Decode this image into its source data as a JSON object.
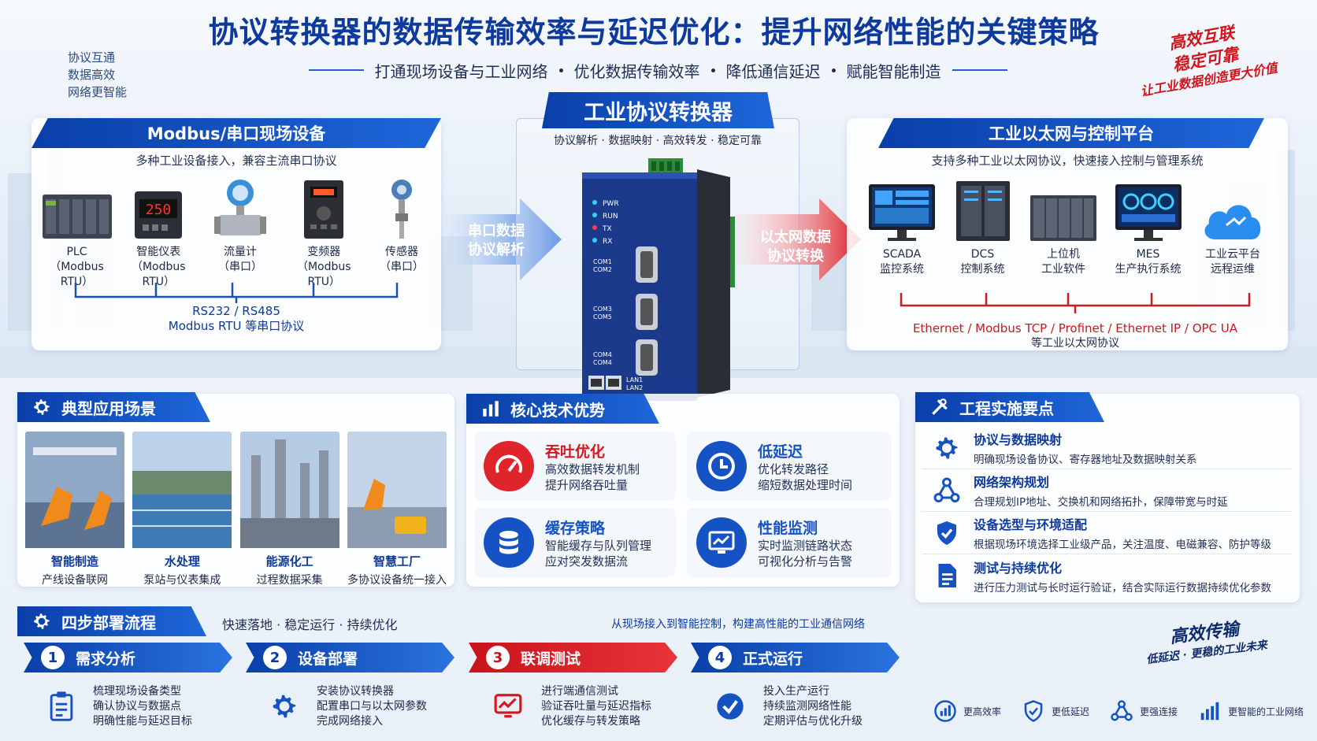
{
  "header": {
    "title": "协议转换器的数据传输效率与延迟优化：提升网络性能的关键策略",
    "subtitle_items": [
      "打通现场设备与工业网络",
      "优化数据传输效率",
      "降低通信延迟",
      "赋能智能制造"
    ],
    "tagline_left": [
      "协议互通",
      "数据高效",
      "网络更智能"
    ],
    "stamp": [
      "高效互联",
      "稳定可靠",
      "让工业数据创造更大价值"
    ]
  },
  "left": {
    "title": "Modbus/串口现场设备",
    "desc": "多种工业设备接入，兼容主流串口协议",
    "devices": [
      {
        "name": "PLC",
        "proto": "（Modbus RTU）"
      },
      {
        "name": "智能仪表",
        "proto": "（Modbus RTU）",
        "display": "250"
      },
      {
        "name": "流量计",
        "proto": "（串口）"
      },
      {
        "name": "变频器",
        "proto": "（Modbus RTU）"
      },
      {
        "name": "传感器",
        "proto": "（串口）"
      }
    ],
    "bus": [
      "RS232 / RS485",
      "Modbus RTU 等串口协议"
    ],
    "arrow": [
      "串口数据",
      "协议解析"
    ]
  },
  "center": {
    "title": "工业协议转换器",
    "features": "协议解析 · 数据映射 · 高效转发 · 稳定可靠",
    "leds": [
      "PWR",
      "RUN",
      "TX",
      "RX"
    ],
    "ports": [
      "COM1\nCOM2",
      "COM3\nCOM5",
      "COM4\nCOM4"
    ],
    "lan": [
      "LAN1",
      "LAN2"
    ]
  },
  "right": {
    "title": "工业以太网与控制平台",
    "desc": "支持多种工业以太网协议，快速接入控制与管理系统",
    "systems": [
      {
        "name": "SCADA",
        "sub": "监控系统"
      },
      {
        "name": "DCS",
        "sub": "控制系统"
      },
      {
        "name": "上位机",
        "sub": "工业软件"
      },
      {
        "name": "MES",
        "sub": "生产执行系统"
      },
      {
        "name": "工业云平台",
        "sub": "远程运维"
      }
    ],
    "bus": [
      "Ethernet / Modbus TCP / Profinet / Ethernet IP / OPC UA",
      "等工业以太网协议"
    ],
    "arrow": [
      "以太网数据",
      "协议转换"
    ]
  },
  "scenarios": {
    "title": "典型应用场景",
    "items": [
      {
        "title": "智能制造",
        "sub": "产线设备联网"
      },
      {
        "title": "水处理",
        "sub": "泵站与仪表集成"
      },
      {
        "title": "能源化工",
        "sub": "过程数据采集"
      },
      {
        "title": "智慧工厂",
        "sub": "多协议设备统一接入"
      }
    ]
  },
  "advantages": {
    "title": "核心技术优势",
    "items": [
      {
        "title": "吞吐优化",
        "lines": [
          "高效数据转发机制",
          "提升网络吞吐量"
        ]
      },
      {
        "title": "低延迟",
        "lines": [
          "优化转发路径",
          "缩短数据处理时间"
        ]
      },
      {
        "title": "缓存策略",
        "lines": [
          "智能缓存与队列管理",
          "应对突发数据流"
        ]
      },
      {
        "title": "性能监测",
        "lines": [
          "实时监测链路状态",
          "可视化分析与告警"
        ]
      }
    ],
    "colors": {
      "red": "#e0242b",
      "blue": "#1553c4"
    }
  },
  "implementation": {
    "title": "工程实施要点",
    "items": [
      {
        "title": "协议与数据映射",
        "desc": "明确现场设备协议、寄存器地址及数据映射关系"
      },
      {
        "title": "网络架构规划",
        "desc": "合理规划IP地址、交换机和网络拓扑，保障带宽与时延"
      },
      {
        "title": "设备选型与环境适配",
        "desc": "根据现场环境选择工业级产品，关注温度、电磁兼容、防护等级"
      },
      {
        "title": "测试与持续优化",
        "desc": "进行压力测试与长时运行验证，结合实际运行数据持续优化参数"
      }
    ]
  },
  "deploy": {
    "title": "四步部署流程",
    "slogan": "快速落地 · 稳定运行 · 持续优化",
    "right_text": "从现场接入到智能控制，构建高性能的工业通信网络",
    "steps": [
      {
        "num": "1",
        "title": "需求分析",
        "lines": [
          "梳理现场设备类型",
          "确认协议与数据点",
          "明确性能与延迟目标"
        ]
      },
      {
        "num": "2",
        "title": "设备部署",
        "lines": [
          "安装协议转换器",
          "配置串口与以太网参数",
          "完成网络接入"
        ]
      },
      {
        "num": "3",
        "title": "联调测试",
        "lines": [
          "进行端通信测试",
          "验证吞吐量与延迟指标",
          "优化缓存与转发策略"
        ]
      },
      {
        "num": "4",
        "title": "正式运行",
        "lines": [
          "投入生产运行",
          "持续监测网络性能",
          "定期评估与优化升级"
        ]
      }
    ]
  },
  "footer": {
    "slogan": [
      "高效传输",
      "低延迟 · 更稳的工业未来"
    ],
    "badges": [
      "更高效率",
      "更低延迟",
      "更强连接",
      "更智能的工业网络"
    ]
  }
}
